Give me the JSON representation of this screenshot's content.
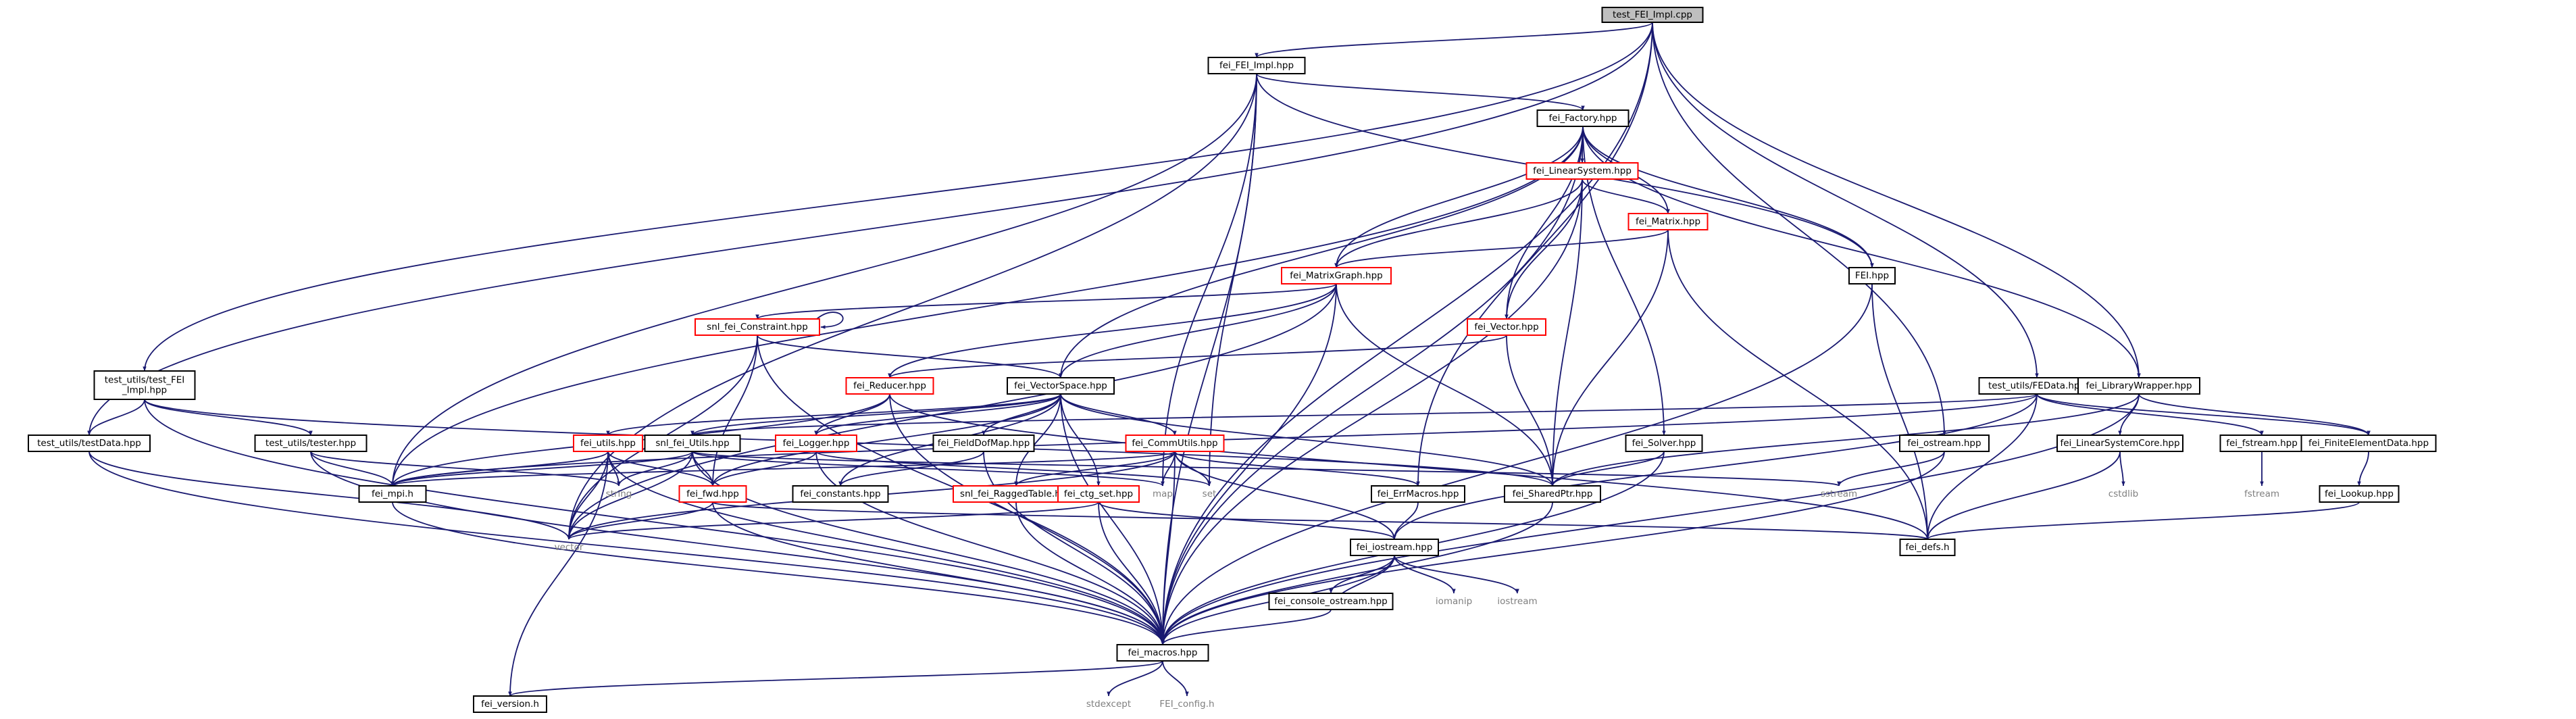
{
  "nodes": [
    {
      "id": "test_fei_impl_cpp",
      "label": "test_FEI_Impl.cpp",
      "style": "root"
    },
    {
      "id": "fei_fei_impl_hpp",
      "label": "fei_FEI_Impl.hpp",
      "style": "black"
    },
    {
      "id": "fei_factory_hpp",
      "label": "fei_Factory.hpp",
      "style": "black"
    },
    {
      "id": "fei_linearsystem_hpp",
      "label": "fei_LinearSystem.hpp",
      "style": "red"
    },
    {
      "id": "fei_matrix_hpp",
      "label": "fei_Matrix.hpp",
      "style": "red"
    },
    {
      "id": "fei_hpp",
      "label": "FEI.hpp",
      "style": "black"
    },
    {
      "id": "fei_matrixgraph_hpp",
      "label": "fei_MatrixGraph.hpp",
      "style": "red"
    },
    {
      "id": "snl_fei_constraint_hpp",
      "label": "snl_fei_Constraint.hpp",
      "style": "red"
    },
    {
      "id": "fei_vector_hpp",
      "label": "fei_Vector.hpp",
      "style": "red"
    },
    {
      "id": "test_utils_test_fei_impl_hpp",
      "label": "test_utils/test_FEI\n_Impl.hpp",
      "style": "black"
    },
    {
      "id": "test_utils_testdata_hpp",
      "label": "test_utils/testData.hpp",
      "style": "black"
    },
    {
      "id": "test_utils_tester_hpp",
      "label": "test_utils/tester.hpp",
      "style": "black"
    },
    {
      "id": "fei_reducer_hpp",
      "label": "fei_Reducer.hpp",
      "style": "red"
    },
    {
      "id": "fei_vectorspace_hpp",
      "label": "fei_VectorSpace.hpp",
      "style": "black"
    },
    {
      "id": "test_utils_fedata_hpp",
      "label": "test_utils/FEData.hpp",
      "style": "black"
    },
    {
      "id": "fei_librarywrapper_hpp",
      "label": "fei_LibraryWrapper.hpp",
      "style": "black"
    },
    {
      "id": "fei_utils_hpp",
      "label": "fei_utils.hpp",
      "style": "red"
    },
    {
      "id": "snl_fei_utils_hpp",
      "label": "snl_fei_Utils.hpp",
      "style": "black"
    },
    {
      "id": "fei_logger_hpp",
      "label": "fei_Logger.hpp",
      "style": "red"
    },
    {
      "id": "fei_fielddofmap_hpp",
      "label": "fei_FieldDofMap.hpp",
      "style": "black"
    },
    {
      "id": "fei_commutils_hpp",
      "label": "fei_CommUtils.hpp",
      "style": "red"
    },
    {
      "id": "fei_solver_hpp",
      "label": "fei_Solver.hpp",
      "style": "black"
    },
    {
      "id": "fei_ostream_hpp",
      "label": "fei_ostream.hpp",
      "style": "black"
    },
    {
      "id": "fei_linearsystemcore_hpp",
      "label": "fei_LinearSystemCore.hpp",
      "style": "black"
    },
    {
      "id": "fei_fstream_hpp",
      "label": "fei_fstream.hpp",
      "style": "black"
    },
    {
      "id": "fei_finiteelementdata_hpp",
      "label": "fei_FiniteElementData.hpp",
      "style": "black"
    },
    {
      "id": "fei_mpi_h",
      "label": "fei_mpi.h",
      "style": "black"
    },
    {
      "id": "string",
      "label": "string",
      "style": "gray"
    },
    {
      "id": "fei_fwd_hpp",
      "label": "fei_fwd.hpp",
      "style": "red"
    },
    {
      "id": "fei_constants_hpp",
      "label": "fei_constants.hpp",
      "style": "black"
    },
    {
      "id": "map",
      "label": "map",
      "style": "gray"
    },
    {
      "id": "set",
      "label": "set",
      "style": "gray"
    },
    {
      "id": "fei_errmacros_hpp",
      "label": "fei_ErrMacros.hpp",
      "style": "black"
    },
    {
      "id": "fei_sharedptr_hpp",
      "label": "fei_SharedPtr.hpp",
      "style": "black"
    },
    {
      "id": "sstream",
      "label": "sstream",
      "style": "gray"
    },
    {
      "id": "cstdlib",
      "label": "cstdlib",
      "style": "gray"
    },
    {
      "id": "fstream",
      "label": "fstream",
      "style": "gray"
    },
    {
      "id": "fei_lookup_hpp",
      "label": "fei_Lookup.hpp",
      "style": "black"
    },
    {
      "id": "snl_fei_raggedtable_hpp",
      "label": "snl_fei_RaggedTable.hpp",
      "style": "red"
    },
    {
      "id": "fei_ctg_set_hpp",
      "label": "fei_ctg_set.hpp",
      "style": "red"
    },
    {
      "id": "vector",
      "label": "vector",
      "style": "gray"
    },
    {
      "id": "fei_iostream_hpp",
      "label": "fei_iostream.hpp",
      "style": "black"
    },
    {
      "id": "fei_defs_h",
      "label": "fei_defs.h",
      "style": "black"
    },
    {
      "id": "iomanip",
      "label": "iomanip",
      "style": "gray"
    },
    {
      "id": "iostream",
      "label": "iostream",
      "style": "gray"
    },
    {
      "id": "fei_console_ostream_hpp",
      "label": "fei_console_ostream.hpp",
      "style": "black"
    },
    {
      "id": "fei_macros_hpp",
      "label": "fei_macros.hpp",
      "style": "black"
    },
    {
      "id": "fei_version_h",
      "label": "fei_version.h",
      "style": "black"
    },
    {
      "id": "stdexcept",
      "label": "stdexcept",
      "style": "gray"
    },
    {
      "id": "fei_config_h",
      "label": "FEI_config.h",
      "style": "gray"
    }
  ],
  "edges": [
    [
      "test_fei_impl_cpp",
      "fei_fei_impl_hpp"
    ],
    [
      "test_fei_impl_cpp",
      "test_utils_test_fei_impl_hpp"
    ],
    [
      "test_fei_impl_cpp",
      "test_utils_testdata_hpp"
    ],
    [
      "test_fei_impl_cpp",
      "test_utils_fedata_hpp"
    ],
    [
      "test_fei_impl_cpp",
      "fei_librarywrapper_hpp"
    ],
    [
      "test_fei_impl_cpp",
      "fei_errmacros_hpp"
    ],
    [
      "test_fei_impl_cpp",
      "fei_ostream_hpp"
    ],
    [
      "test_fei_impl_cpp",
      "fei_macros_hpp"
    ],
    [
      "fei_fei_impl_hpp",
      "fei_factory_hpp"
    ],
    [
      "fei_fei_impl_hpp",
      "fei_hpp"
    ],
    [
      "fei_fei_impl_hpp",
      "fei_mpi_h"
    ],
    [
      "fei_fei_impl_hpp",
      "vector"
    ],
    [
      "fei_fei_impl_hpp",
      "map"
    ],
    [
      "fei_fei_impl_hpp",
      "set"
    ],
    [
      "fei_fei_impl_hpp",
      "fei_macros_hpp"
    ],
    [
      "fei_factory_hpp",
      "fei_linearsystem_hpp"
    ],
    [
      "fei_factory_hpp",
      "fei_matrix_hpp"
    ],
    [
      "fei_factory_hpp",
      "fei_hpp"
    ],
    [
      "fei_factory_hpp",
      "fei_matrixgraph_hpp"
    ],
    [
      "fei_factory_hpp",
      "fei_vector_hpp"
    ],
    [
      "fei_factory_hpp",
      "fei_vectorspace_hpp"
    ],
    [
      "fei_factory_hpp",
      "fei_librarywrapper_hpp"
    ],
    [
      "fei_factory_hpp",
      "fei_solver_hpp"
    ],
    [
      "fei_factory_hpp",
      "fei_mpi_h"
    ],
    [
      "fei_factory_hpp",
      "fei_macros_hpp"
    ],
    [
      "fei_linearsystem_hpp",
      "fei_matrix_hpp"
    ],
    [
      "fei_linearsystem_hpp",
      "fei_matrixgraph_hpp"
    ],
    [
      "fei_linearsystem_hpp",
      "fei_vector_hpp"
    ],
    [
      "fei_linearsystem_hpp",
      "fei_sharedptr_hpp"
    ],
    [
      "fei_linearsystem_hpp",
      "fei_macros_hpp"
    ],
    [
      "fei_matrix_hpp",
      "fei_matrixgraph_hpp"
    ],
    [
      "fei_matrix_hpp",
      "fei_sharedptr_hpp"
    ],
    [
      "fei_matrix_hpp",
      "fei_defs_h"
    ],
    [
      "fei_hpp",
      "fei_defs_h"
    ],
    [
      "fei_hpp",
      "fei_macros_hpp"
    ],
    [
      "fei_matrixgraph_hpp",
      "snl_fei_constraint_hpp"
    ],
    [
      "fei_matrixgraph_hpp",
      "fei_reducer_hpp"
    ],
    [
      "fei_matrixgraph_hpp",
      "fei_vectorspace_hpp"
    ],
    [
      "fei_matrixgraph_hpp",
      "fei_sharedptr_hpp"
    ],
    [
      "fei_matrixgraph_hpp",
      "vector"
    ],
    [
      "fei_matrixgraph_hpp",
      "fei_macros_hpp"
    ],
    [
      "snl_fei_constraint_hpp",
      "snl_fei_constraint_hpp"
    ],
    [
      "snl_fei_constraint_hpp",
      "fei_vectorspace_hpp"
    ],
    [
      "snl_fei_constraint_hpp",
      "fei_fwd_hpp"
    ],
    [
      "snl_fei_constraint_hpp",
      "vector"
    ],
    [
      "snl_fei_constraint_hpp",
      "fei_macros_hpp"
    ],
    [
      "fei_vector_hpp",
      "fei_reducer_hpp"
    ],
    [
      "fei_vector_hpp",
      "fei_sharedptr_hpp"
    ],
    [
      "test_utils_test_fei_impl_hpp",
      "test_utils_testdata_hpp"
    ],
    [
      "test_utils_test_fei_impl_hpp",
      "test_utils_tester_hpp"
    ],
    [
      "test_utils_test_fei_impl_hpp",
      "fei_sharedptr_hpp"
    ],
    [
      "test_utils_test_fei_impl_hpp",
      "fei_macros_hpp"
    ],
    [
      "test_utils_testdata_hpp",
      "vector"
    ],
    [
      "test_utils_testdata_hpp",
      "fei_macros_hpp"
    ],
    [
      "test_utils_tester_hpp",
      "fei_mpi_h"
    ],
    [
      "test_utils_tester_hpp",
      "string"
    ],
    [
      "test_utils_tester_hpp",
      "fei_macros_hpp"
    ],
    [
      "fei_reducer_hpp",
      "fei_logger_hpp"
    ],
    [
      "fei_reducer_hpp",
      "fei_mpi_h"
    ],
    [
      "fei_reducer_hpp",
      "fei_defs_h"
    ],
    [
      "fei_reducer_hpp",
      "fei_macros_hpp"
    ],
    [
      "fei_vectorspace_hpp",
      "fei_utils_hpp"
    ],
    [
      "fei_vectorspace_hpp",
      "snl_fei_utils_hpp"
    ],
    [
      "fei_vectorspace_hpp",
      "fei_logger_hpp"
    ],
    [
      "fei_vectorspace_hpp",
      "fei_fielddofmap_hpp"
    ],
    [
      "fei_vectorspace_hpp",
      "fei_commutils_hpp"
    ],
    [
      "fei_vectorspace_hpp",
      "fei_fwd_hpp"
    ],
    [
      "fei_vectorspace_hpp",
      "fei_constants_hpp"
    ],
    [
      "fei_vectorspace_hpp",
      "snl_fei_raggedtable_hpp"
    ],
    [
      "fei_vectorspace_hpp",
      "fei_ctg_set_hpp"
    ],
    [
      "fei_vectorspace_hpp",
      "fei_sharedptr_hpp"
    ],
    [
      "fei_vectorspace_hpp",
      "fei_macros_hpp"
    ],
    [
      "test_utils_fedata_hpp",
      "snl_fei_utils_hpp"
    ],
    [
      "test_utils_fedata_hpp",
      "fei_fstream_hpp"
    ],
    [
      "test_utils_fedata_hpp",
      "fei_finiteelementdata_hpp"
    ],
    [
      "test_utils_fedata_hpp",
      "fei_iostream_hpp"
    ],
    [
      "test_utils_fedata_hpp",
      "fei_defs_h"
    ],
    [
      "test_utils_fedata_hpp",
      "fei_mpi_h"
    ],
    [
      "fei_librarywrapper_hpp",
      "fei_linearsystemcore_hpp"
    ],
    [
      "fei_librarywrapper_hpp",
      "fei_finiteelementdata_hpp"
    ],
    [
      "fei_librarywrapper_hpp",
      "fei_sharedptr_hpp"
    ],
    [
      "fei_librarywrapper_hpp",
      "fei_macros_hpp"
    ],
    [
      "fei_utils_hpp",
      "fei_mpi_h"
    ],
    [
      "fei_utils_hpp",
      "string"
    ],
    [
      "fei_utils_hpp",
      "vector"
    ],
    [
      "fei_utils_hpp",
      "fei_fwd_hpp"
    ],
    [
      "fei_utils_hpp",
      "fei_version_h"
    ],
    [
      "fei_utils_hpp",
      "fei_macros_hpp"
    ],
    [
      "snl_fei_utils_hpp",
      "fei_mpi_h"
    ],
    [
      "snl_fei_utils_hpp",
      "string"
    ],
    [
      "snl_fei_utils_hpp",
      "vector"
    ],
    [
      "snl_fei_utils_hpp",
      "fei_fwd_hpp"
    ],
    [
      "snl_fei_utils_hpp",
      "map"
    ],
    [
      "snl_fei_utils_hpp",
      "sstream"
    ],
    [
      "snl_fei_utils_hpp",
      "fei_macros_hpp"
    ],
    [
      "fei_logger_hpp",
      "fei_fwd_hpp"
    ],
    [
      "fei_logger_hpp",
      "set"
    ],
    [
      "fei_logger_hpp",
      "fei_macros_hpp"
    ],
    [
      "fei_fielddofmap_hpp",
      "fei_constants_hpp"
    ],
    [
      "fei_fielddofmap_hpp",
      "fei_macros_hpp"
    ],
    [
      "fei_commutils_hpp",
      "fei_mpi_h"
    ],
    [
      "fei_commutils_hpp",
      "snl_fei_raggedtable_hpp"
    ],
    [
      "fei_commutils_hpp",
      "fei_errmacros_hpp"
    ],
    [
      "fei_commutils_hpp",
      "map"
    ],
    [
      "fei_commutils_hpp",
      "set"
    ],
    [
      "fei_commutils_hpp",
      "vector"
    ],
    [
      "fei_commutils_hpp",
      "fei_iostream_hpp"
    ],
    [
      "fei_commutils_hpp",
      "fei_macros_hpp"
    ],
    [
      "fei_solver_hpp",
      "fei_sharedptr_hpp"
    ],
    [
      "fei_solver_hpp",
      "fei_macros_hpp"
    ],
    [
      "fei_ostream_hpp",
      "sstream"
    ],
    [
      "fei_ostream_hpp",
      "fei_macros_hpp"
    ],
    [
      "fei_linearsystemcore_hpp",
      "cstdlib"
    ],
    [
      "fei_linearsystemcore_hpp",
      "fei_defs_h"
    ],
    [
      "fei_fstream_hpp",
      "fstream"
    ],
    [
      "fei_finiteelementdata_hpp",
      "fei_lookup_hpp"
    ],
    [
      "fei_lookup_hpp",
      "fei_defs_h"
    ],
    [
      "fei_mpi_h",
      "fei_macros_hpp"
    ],
    [
      "fei_fwd_hpp",
      "vector"
    ],
    [
      "fei_fwd_hpp",
      "fei_defs_h"
    ],
    [
      "fei_fwd_hpp",
      "fei_macros_hpp"
    ],
    [
      "snl_fei_raggedtable_hpp",
      "fei_macros_hpp"
    ],
    [
      "fei_ctg_set_hpp",
      "vector"
    ],
    [
      "fei_ctg_set_hpp",
      "fei_iostream_hpp"
    ],
    [
      "fei_ctg_set_hpp",
      "fei_macros_hpp"
    ],
    [
      "fei_errmacros_hpp",
      "fei_iostream_hpp"
    ],
    [
      "fei_sharedptr_hpp",
      "fei_macros_hpp"
    ],
    [
      "fei_iostream_hpp",
      "fei_console_ostream_hpp"
    ],
    [
      "fei_iostream_hpp",
      "iomanip"
    ],
    [
      "fei_iostream_hpp",
      "iostream"
    ],
    [
      "fei_iostream_hpp",
      "fei_macros_hpp"
    ],
    [
      "fei_console_ostream_hpp",
      "fei_iostream_hpp"
    ],
    [
      "fei_console_ostream_hpp",
      "fei_macros_hpp"
    ],
    [
      "fei_macros_hpp",
      "fei_version_h"
    ],
    [
      "fei_macros_hpp",
      "stdexcept"
    ],
    [
      "fei_macros_hpp",
      "fei_config_h"
    ]
  ]
}
